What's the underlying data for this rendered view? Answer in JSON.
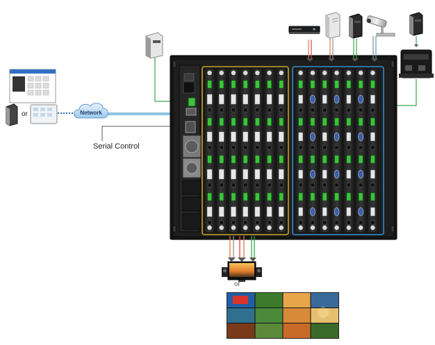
{
  "labels": {
    "network": "Network",
    "serial_control": "Serial Control",
    "or_left": "or",
    "or_bottom": "or"
  },
  "colors": {
    "chassis": "#141414",
    "card": "#2a2a2a",
    "input_frame": "#c9a227",
    "output_frame": "#2f8fc9",
    "network_line": "#4a9fd8",
    "serial_line": "#555555",
    "green_link": "#3aa84a",
    "port_green": "#3bc43b",
    "cable_orange": "#e07a3c",
    "cable_red": "#d8453c",
    "cable_green": "#3aa84a",
    "cable_gray": "#8d8d8d",
    "cable_teal": "#4aa3b8"
  },
  "icons": {
    "pc_top_left": "desktop-tower-icon",
    "pc_left": "desktop-tower-icon",
    "tablet_web_ui": "web-gui-window-icon",
    "network_cloud": "cloud-icon",
    "dvd_player": "dvd-player-icon",
    "server": "server-tower-icon",
    "pc_top": "desktop-tower-icon",
    "camera": "security-camera-icon",
    "pc_right": "desktop-tower-icon",
    "extender": "extender-box-icon",
    "monitor": "lcd-monitor-icon",
    "speakers": "speaker-icon",
    "video_wall": "video-wall-icon"
  }
}
